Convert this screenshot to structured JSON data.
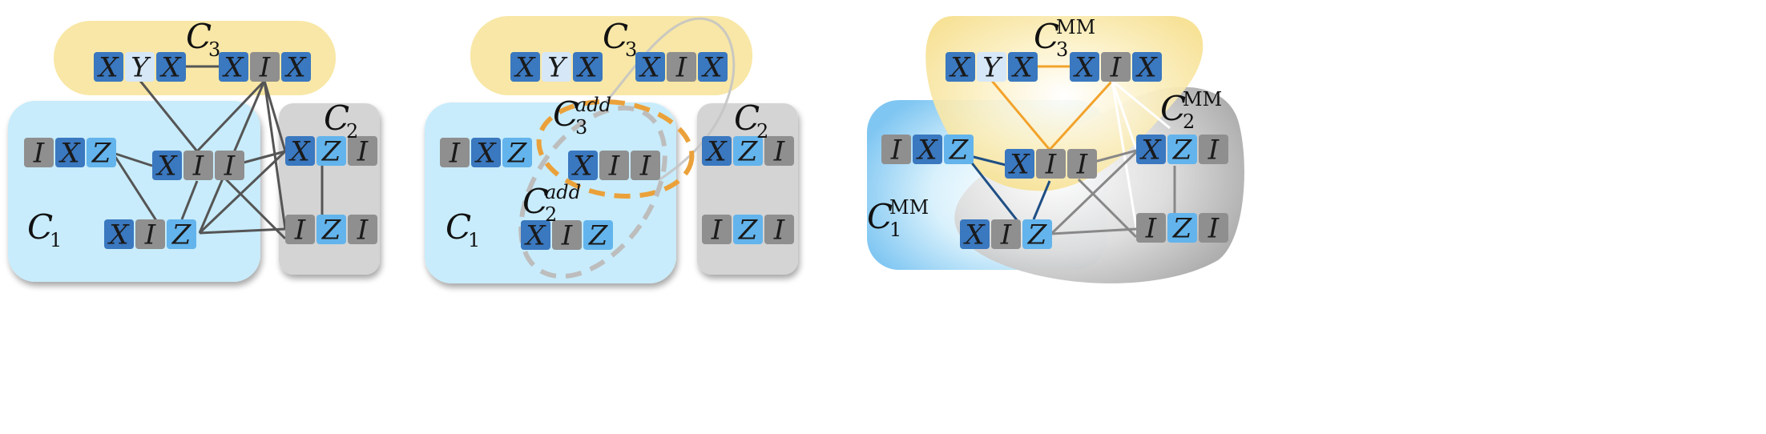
{
  "colors": {
    "tile_X": "#3a78c0",
    "tile_Y": "#d6e7f7",
    "tile_I": "#8f8f8f",
    "tile_Z": "#63b4ec",
    "cluster_yellow": "#f8e7a6",
    "cluster_blue": "#c8ecfb",
    "cluster_gray": "#d4d4d4",
    "edge_dark": "#555555",
    "edge_orange": "#f2a32b",
    "edge_navy": "#1f4f84",
    "edge_white": "#ffffff",
    "dashed_orange": "#eba13a",
    "dashed_gray": "#bdbdbd"
  },
  "panels": [
    {
      "name": "panel-1",
      "clusters": [
        {
          "label": "C",
          "sub": "3",
          "sup": ""
        },
        {
          "label": "C",
          "sub": "2",
          "sup": ""
        },
        {
          "label": "C",
          "sub": "1",
          "sup": ""
        }
      ],
      "groups": [
        {
          "id": "g-xyx",
          "tiles": [
            "X",
            "Y",
            "X"
          ]
        },
        {
          "id": "g-xix-top",
          "tiles": [
            "X",
            "I",
            "X"
          ]
        },
        {
          "id": "g-ixz",
          "tiles": [
            "I",
            "X",
            "Z"
          ]
        },
        {
          "id": "g-xii",
          "tiles": [
            "X",
            "I",
            "I"
          ]
        },
        {
          "id": "g-xiz",
          "tiles": [
            "X",
            "I",
            "Z"
          ]
        },
        {
          "id": "g-xzi",
          "tiles": [
            "X",
            "Z",
            "I"
          ]
        },
        {
          "id": "g-izi",
          "tiles": [
            "I",
            "Z",
            "I"
          ]
        }
      ]
    },
    {
      "name": "panel-2",
      "clusters": [
        {
          "label": "C",
          "sub": "3",
          "sup": ""
        },
        {
          "label": "C",
          "sub": "2",
          "sup": ""
        },
        {
          "label": "C",
          "sub": "1",
          "sup": ""
        },
        {
          "label": "C",
          "sub": "3",
          "sup": "add"
        },
        {
          "label": "C",
          "sub": "2",
          "sup": "add"
        }
      ],
      "groups": [
        {
          "id": "g-xyx",
          "tiles": [
            "X",
            "Y",
            "X"
          ]
        },
        {
          "id": "g-xix-top",
          "tiles": [
            "X",
            "I",
            "X"
          ]
        },
        {
          "id": "g-ixz",
          "tiles": [
            "I",
            "X",
            "Z"
          ]
        },
        {
          "id": "g-xii",
          "tiles": [
            "X",
            "I",
            "I"
          ]
        },
        {
          "id": "g-xiz",
          "tiles": [
            "X",
            "I",
            "Z"
          ]
        },
        {
          "id": "g-xzi",
          "tiles": [
            "X",
            "Z",
            "I"
          ]
        },
        {
          "id": "g-izi",
          "tiles": [
            "I",
            "Z",
            "I"
          ]
        }
      ]
    },
    {
      "name": "panel-3",
      "clusters": [
        {
          "label": "C",
          "sub": "3",
          "sup": "MM"
        },
        {
          "label": "C",
          "sub": "2",
          "sup": "MM"
        },
        {
          "label": "C",
          "sub": "1",
          "sup": "MM"
        }
      ],
      "groups": [
        {
          "id": "g-xyx",
          "tiles": [
            "X",
            "Y",
            "X"
          ]
        },
        {
          "id": "g-xix-top",
          "tiles": [
            "X",
            "I",
            "X"
          ]
        },
        {
          "id": "g-ixz",
          "tiles": [
            "I",
            "X",
            "Z"
          ]
        },
        {
          "id": "g-xii",
          "tiles": [
            "X",
            "I",
            "I"
          ]
        },
        {
          "id": "g-xiz",
          "tiles": [
            "X",
            "I",
            "Z"
          ]
        },
        {
          "id": "g-xzi",
          "tiles": [
            "X",
            "Z",
            "I"
          ]
        },
        {
          "id": "g-izi",
          "tiles": [
            "I",
            "Z",
            "I"
          ]
        }
      ]
    }
  ]
}
